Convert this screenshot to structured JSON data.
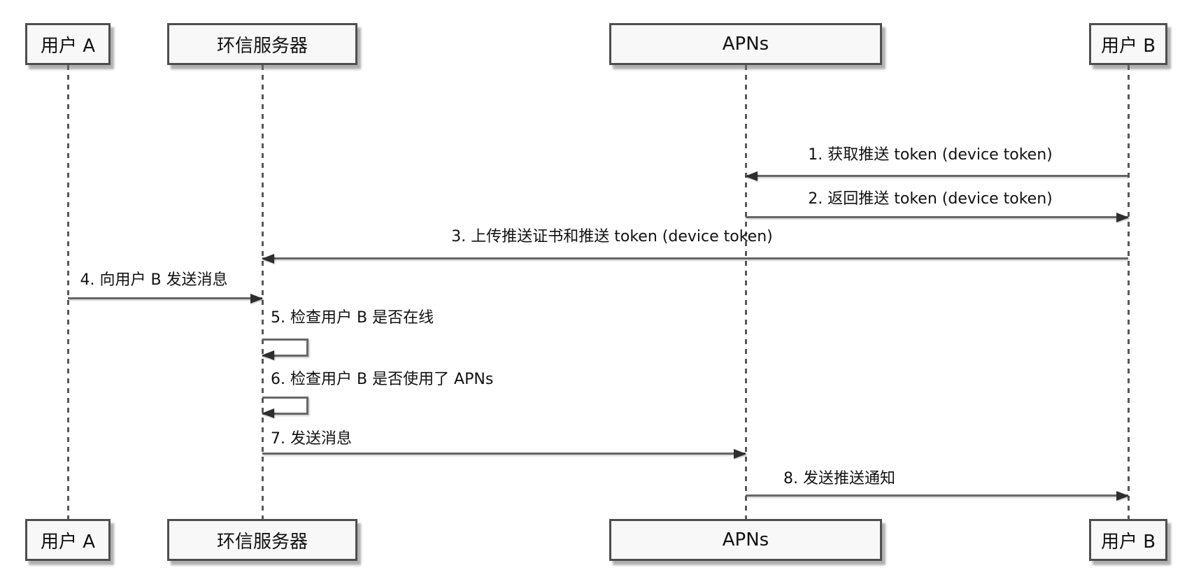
{
  "diagram": {
    "type": "sequence-diagram",
    "participants": [
      {
        "id": "user-a",
        "label": "用户 A"
      },
      {
        "id": "easemob-server",
        "label": "环信服务器"
      },
      {
        "id": "apns",
        "label": "APNs"
      },
      {
        "id": "user-b",
        "label": "用户 B"
      }
    ],
    "messages": [
      {
        "seq": 1,
        "label": "1. 获取推送 token (device token)",
        "from": "用户 B",
        "to": "APNs",
        "direction": "left"
      },
      {
        "seq": 2,
        "label": "2. 返回推送 token (device token)",
        "from": "APNs",
        "to": "用户 B",
        "direction": "right"
      },
      {
        "seq": 3,
        "label": "3. 上传推送证书和推送 token (device token)",
        "from": "用户 B",
        "to": "环信服务器",
        "direction": "left"
      },
      {
        "seq": 4,
        "label": "4. 向用户 B 发送消息",
        "from": "用户 A",
        "to": "环信服务器",
        "direction": "right"
      },
      {
        "seq": 5,
        "label": "5. 检查用户 B 是否在线",
        "from": "环信服务器",
        "to": "环信服务器",
        "direction": "self"
      },
      {
        "seq": 6,
        "label": "6. 检查用户 B 是否使用了 APNs",
        "from": "环信服务器",
        "to": "环信服务器",
        "direction": "self"
      },
      {
        "seq": 7,
        "label": "7. 发送消息",
        "from": "环信服务器",
        "to": "APNs",
        "direction": "right"
      },
      {
        "seq": 8,
        "label": "8. 发送推送通知",
        "from": "APNs",
        "to": "用户 B",
        "direction": "right"
      }
    ],
    "colors": {
      "background": "#ffffff",
      "box_fill": "#f8f8f8",
      "box_border": "#4e4e4e",
      "box_shadow": "#8e8e8e",
      "lifeline": "#585858",
      "arrow_line": "#666666",
      "arrowhead": "#2e2e2e",
      "text": "#111111"
    }
  }
}
